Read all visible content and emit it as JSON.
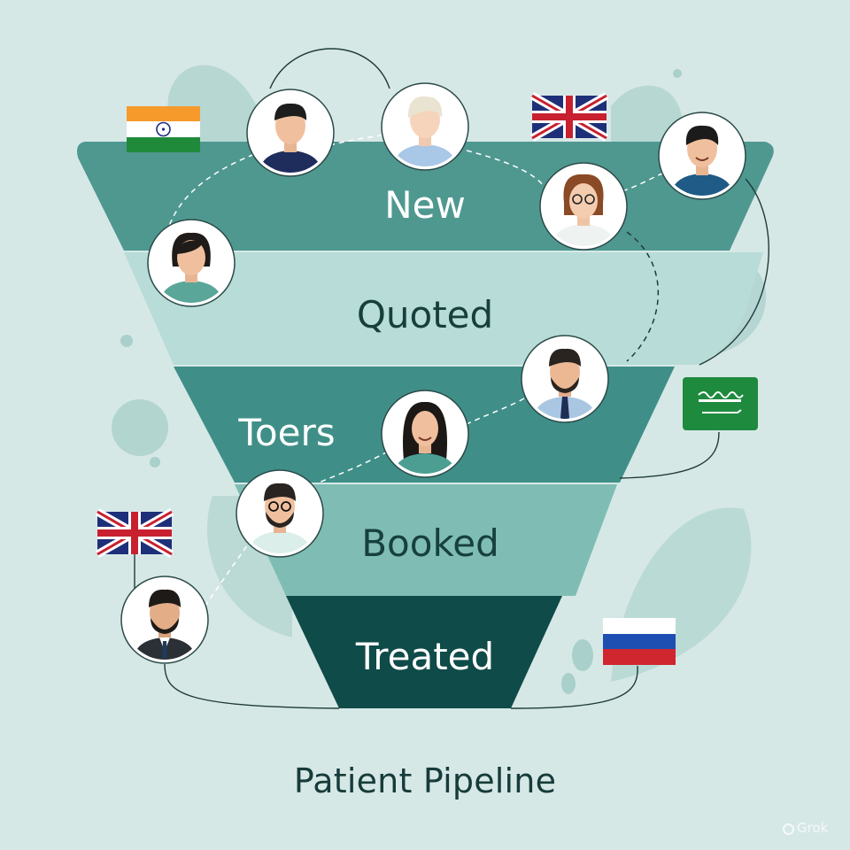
{
  "diagram": {
    "title": "Patient Pipeline",
    "stages": [
      {
        "label": "New",
        "fill": "#4f9890",
        "text_color": "#ffffff"
      },
      {
        "label": "Quoted",
        "fill": "#b8dcd7",
        "text_color": "#17403d"
      },
      {
        "label": "Toers",
        "fill": "#3f8f88",
        "text_color": "#ffffff"
      },
      {
        "label": "Booked",
        "fill": "#7fbdb4",
        "text_color": "#17403d"
      },
      {
        "label": "Treated",
        "fill": "#0f4b48",
        "text_color": "#ffffff"
      }
    ],
    "flags": [
      {
        "country": "India"
      },
      {
        "country": "United Kingdom"
      },
      {
        "country": "Saudi Arabia"
      },
      {
        "country": "United Kingdom"
      },
      {
        "country": "Russia"
      }
    ],
    "avatars": [
      {
        "name": "patient-avatar-short-dark-hair"
      },
      {
        "name": "patient-avatar-blonde"
      },
      {
        "name": "patient-avatar-smiling-man"
      },
      {
        "name": "patient-avatar-woman-glasses"
      },
      {
        "name": "patient-avatar-woman-bob"
      },
      {
        "name": "patient-avatar-bearded-man-tie"
      },
      {
        "name": "patient-avatar-long-hair-woman"
      },
      {
        "name": "patient-avatar-man-glasses-beard"
      },
      {
        "name": "patient-avatar-man-suit"
      }
    ]
  },
  "watermark": "Grok",
  "colors": {
    "background": "#d6e8e6",
    "title": "#163b3a",
    "accent": "#3f8f88"
  }
}
